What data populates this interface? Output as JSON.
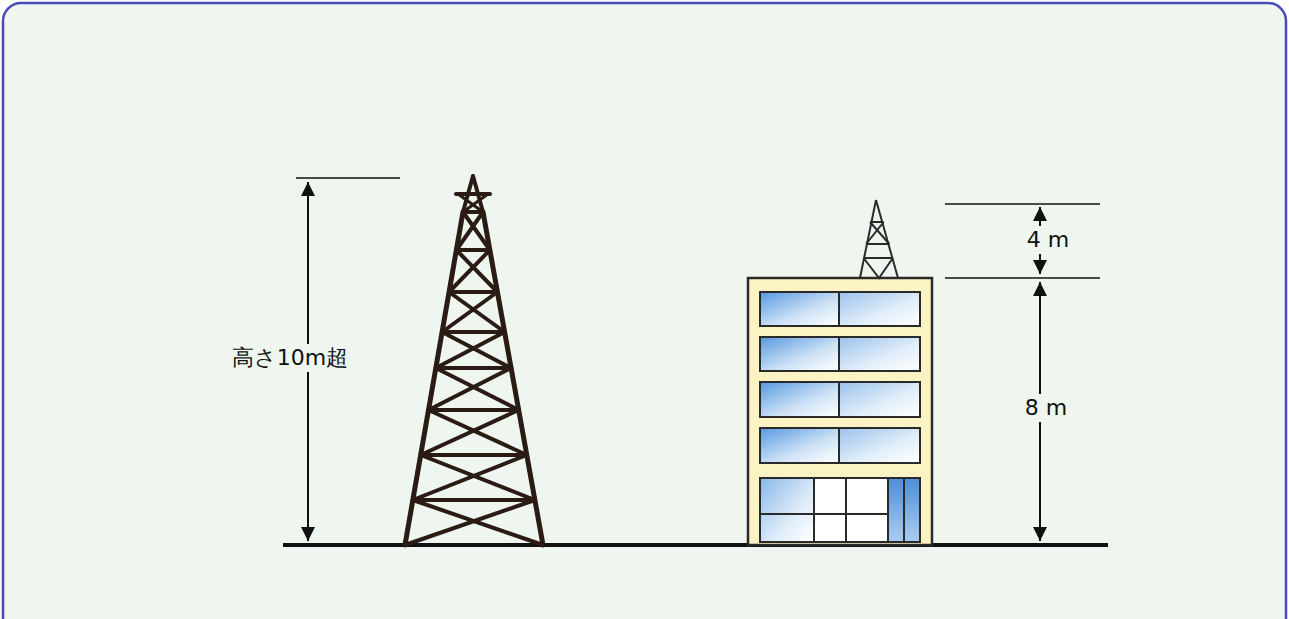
{
  "diagram": {
    "labels": [
      "高さ10m超",
      "4 m",
      "8 m"
    ]
  }
}
